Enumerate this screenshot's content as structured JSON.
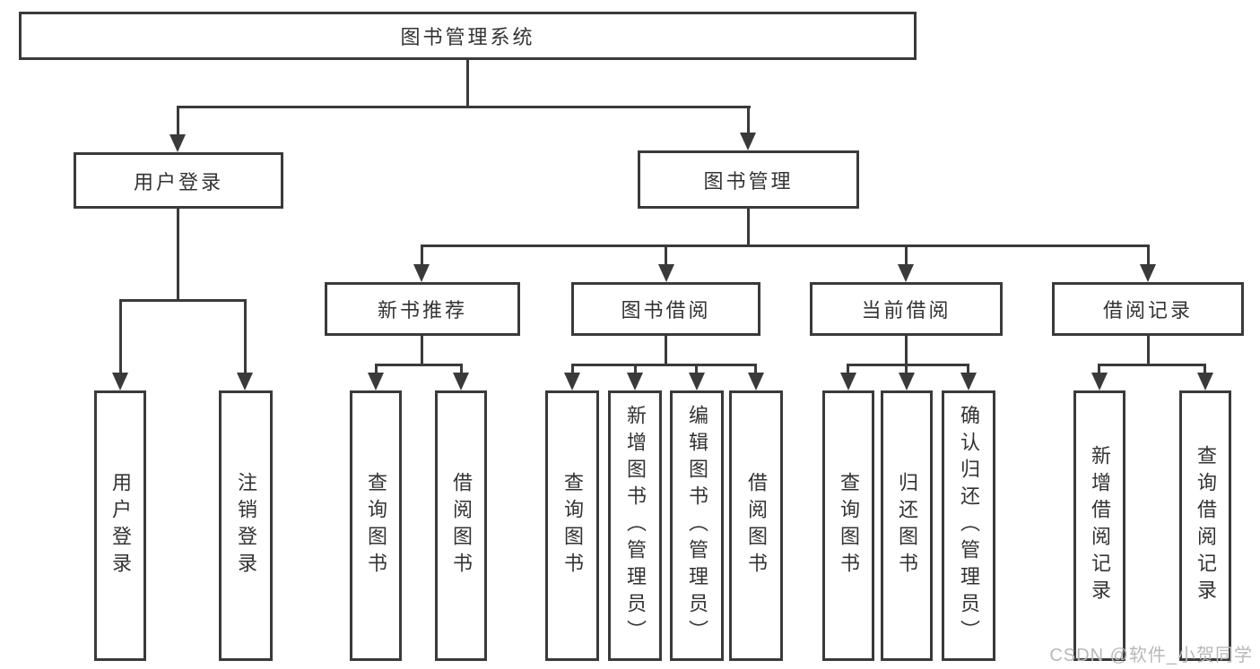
{
  "tree": {
    "label": "图书管理系统",
    "children": [
      {
        "label": "用户登录",
        "children": [
          {
            "label": "用户登录"
          },
          {
            "label": "注销登录"
          }
        ]
      },
      {
        "label": "图书管理",
        "children": [
          {
            "label": "新书推荐",
            "children": [
              {
                "label": "查询图书"
              },
              {
                "label": "借阅图书"
              }
            ]
          },
          {
            "label": "图书借阅",
            "children": [
              {
                "label": "查询图书"
              },
              {
                "label": "新增图书（管理员）"
              },
              {
                "label": "编辑图书（管理员）"
              },
              {
                "label": "借阅图书"
              }
            ]
          },
          {
            "label": "当前借阅",
            "children": [
              {
                "label": "查询图书"
              },
              {
                "label": "归还图书"
              },
              {
                "label": "确认归还（管理员）"
              }
            ]
          },
          {
            "label": "借阅记录",
            "children": [
              {
                "label": "新增借阅记录"
              },
              {
                "label": "查询借阅记录"
              }
            ]
          }
        ]
      }
    ]
  },
  "watermark": "CSDN @软件_小贺同学",
  "colors": {
    "line": "#3a3a3a",
    "text": "#333333",
    "background": "#ffffff",
    "watermark": "#b8b8b8"
  }
}
